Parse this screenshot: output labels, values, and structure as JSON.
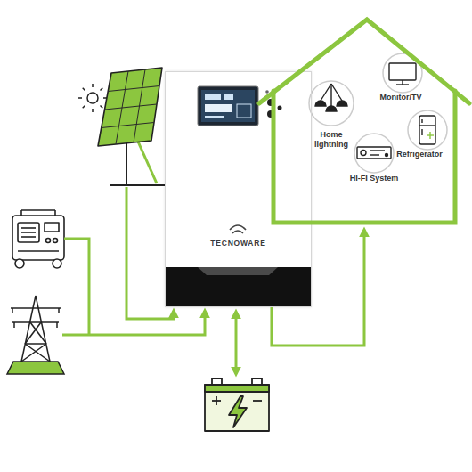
{
  "diagram": {
    "nodes": [
      {
        "text": [
          "TECNOWARE"
        ]
      },
      {
        "text": []
      },
      {
        "text": [
          "Monitor/TV"
        ],
        "in": 1
      },
      {
        "text": [
          "Home lightning"
        ],
        "in": 1
      },
      {
        "text": [
          "Refrigerator"
        ],
        "in": 1
      },
      {
        "text": [
          "HI-FI System"
        ],
        "in": 1
      }
    ],
    "edges": [
      {
        "from": 0,
        "to": 1,
        "arrow": "to"
      }
    ]
  }
}
